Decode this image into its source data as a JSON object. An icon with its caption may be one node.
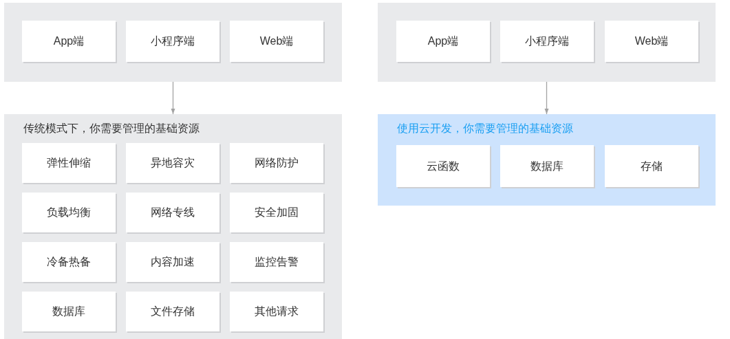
{
  "diagram": {
    "nodes": [
      {
        "text": [],
        "shape": "box"
      },
      {
        "text": [
          "App端"
        ],
        "in": 0
      },
      {
        "text": [
          "小程序端"
        ],
        "in": 0
      },
      {
        "text": [
          "Web端"
        ],
        "in": 0
      },
      {
        "text": [
          "传统模式下，你需要管理的基础资源"
        ]
      },
      {
        "text": [
          "弹性伸缩"
        ],
        "in": 4
      },
      {
        "text": [
          "异地容灾"
        ],
        "in": 4
      },
      {
        "text": [
          "网络防护"
        ],
        "in": 4
      },
      {
        "text": [
          "负载均衡"
        ],
        "in": 4
      },
      {
        "text": [
          "网络专线"
        ],
        "in": 4
      },
      {
        "text": [
          "安全加固"
        ],
        "in": 4
      },
      {
        "text": [
          "冷备热备"
        ],
        "in": 4
      },
      {
        "text": [
          "内容加速"
        ],
        "in": 4
      },
      {
        "text": [
          "监控告警"
        ],
        "in": 4
      },
      {
        "text": [
          "数据库"
        ],
        "in": 4
      },
      {
        "text": [
          "文件存储"
        ],
        "in": 4
      },
      {
        "text": [
          "其他请求"
        ],
        "in": 4
      },
      {
        "text": [],
        "shape": "box"
      },
      {
        "text": [
          "App端"
        ],
        "in": 17
      },
      {
        "text": [
          "小程序端"
        ],
        "in": 17
      },
      {
        "text": [
          "Web端"
        ],
        "in": 17
      },
      {
        "text": [
          "使用云开发，你需要管理的基础资源"
        ]
      },
      {
        "text": [
          "云函数"
        ],
        "in": 21
      },
      {
        "text": [
          "数据库"
        ],
        "in": 21
      },
      {
        "text": [
          "存储"
        ],
        "in": 21
      }
    ],
    "edges": [
      {
        "from": 0,
        "to": 4,
        "arrow": "to"
      },
      {
        "from": 17,
        "to": 21,
        "arrow": "to"
      }
    ]
  }
}
